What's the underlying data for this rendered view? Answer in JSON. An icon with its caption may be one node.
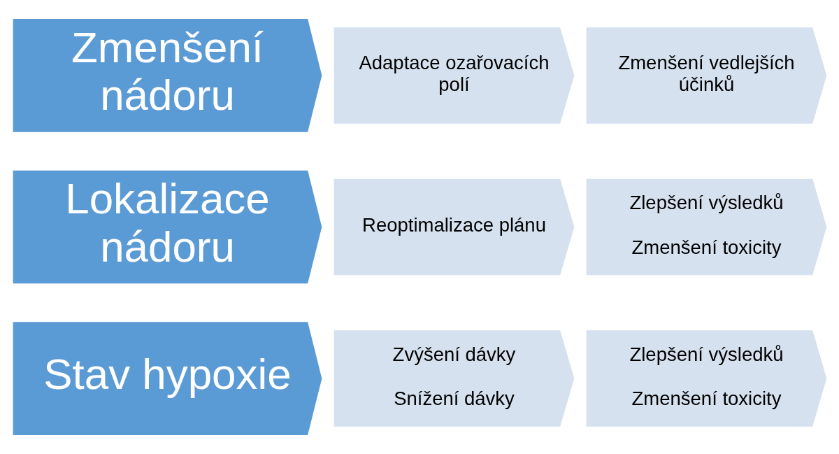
{
  "diagram": {
    "nodes": [
      {
        "text": [
          "Zmenšení nádoru"
        ]
      },
      {
        "text": [
          "Adaptace ozařovacích polí"
        ]
      },
      {
        "text": [
          "Zmenšení vedlejších účinků"
        ]
      },
      {
        "text": [
          "Lokalizace nádoru"
        ]
      },
      {
        "text": [
          "Reoptimalizace plánu"
        ]
      },
      {
        "text": [
          "Zlepšení výsledků",
          "Zmenšení toxicity"
        ]
      },
      {
        "text": [
          "Stav hypoxie"
        ]
      },
      {
        "text": [
          "Zvýšení dávky",
          "Snížení dávky"
        ]
      },
      {
        "text": [
          "Zlepšení výsledků",
          "Zmenšení toxicity"
        ]
      }
    ],
    "edges": []
  }
}
